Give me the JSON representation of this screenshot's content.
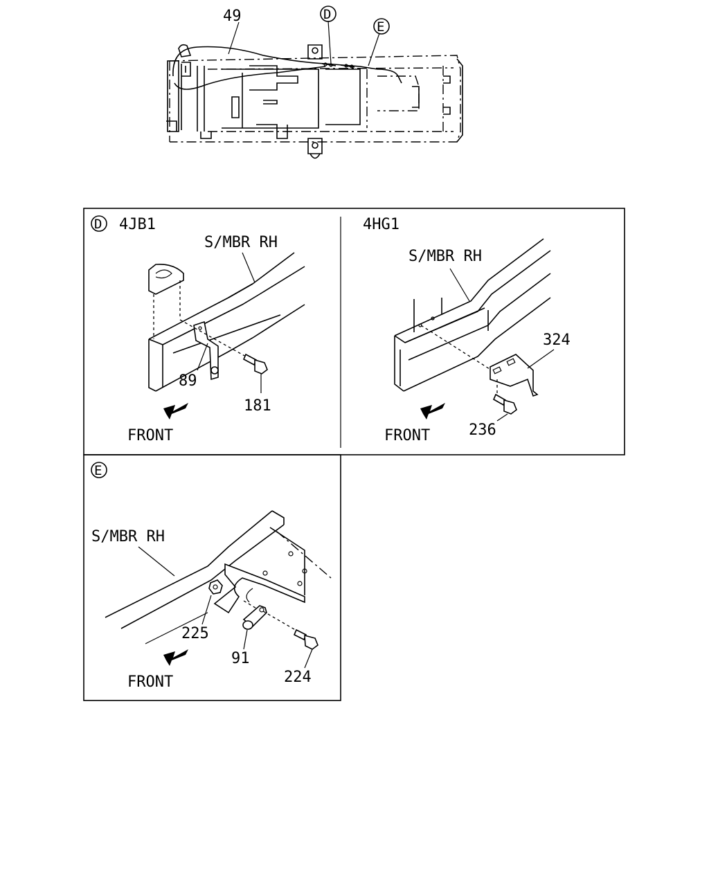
{
  "overview": {
    "callout_main": "49",
    "callout_d": "D",
    "callout_e": "E"
  },
  "panel_d": {
    "marker": "D",
    "engine_a": "4JB1",
    "engine_b": "4HG1",
    "member_label_a": "S/MBR RH",
    "member_label_b": "S/MBR RH",
    "part_a1": "89",
    "part_a2": "181",
    "part_b1": "324",
    "part_b2": "236",
    "front_a": "FRONT",
    "front_b": "FRONT"
  },
  "panel_e": {
    "marker": "E",
    "member_label": "S/MBR RH",
    "part_1": "225",
    "part_2": "91",
    "part_3": "224",
    "front": "FRONT"
  }
}
